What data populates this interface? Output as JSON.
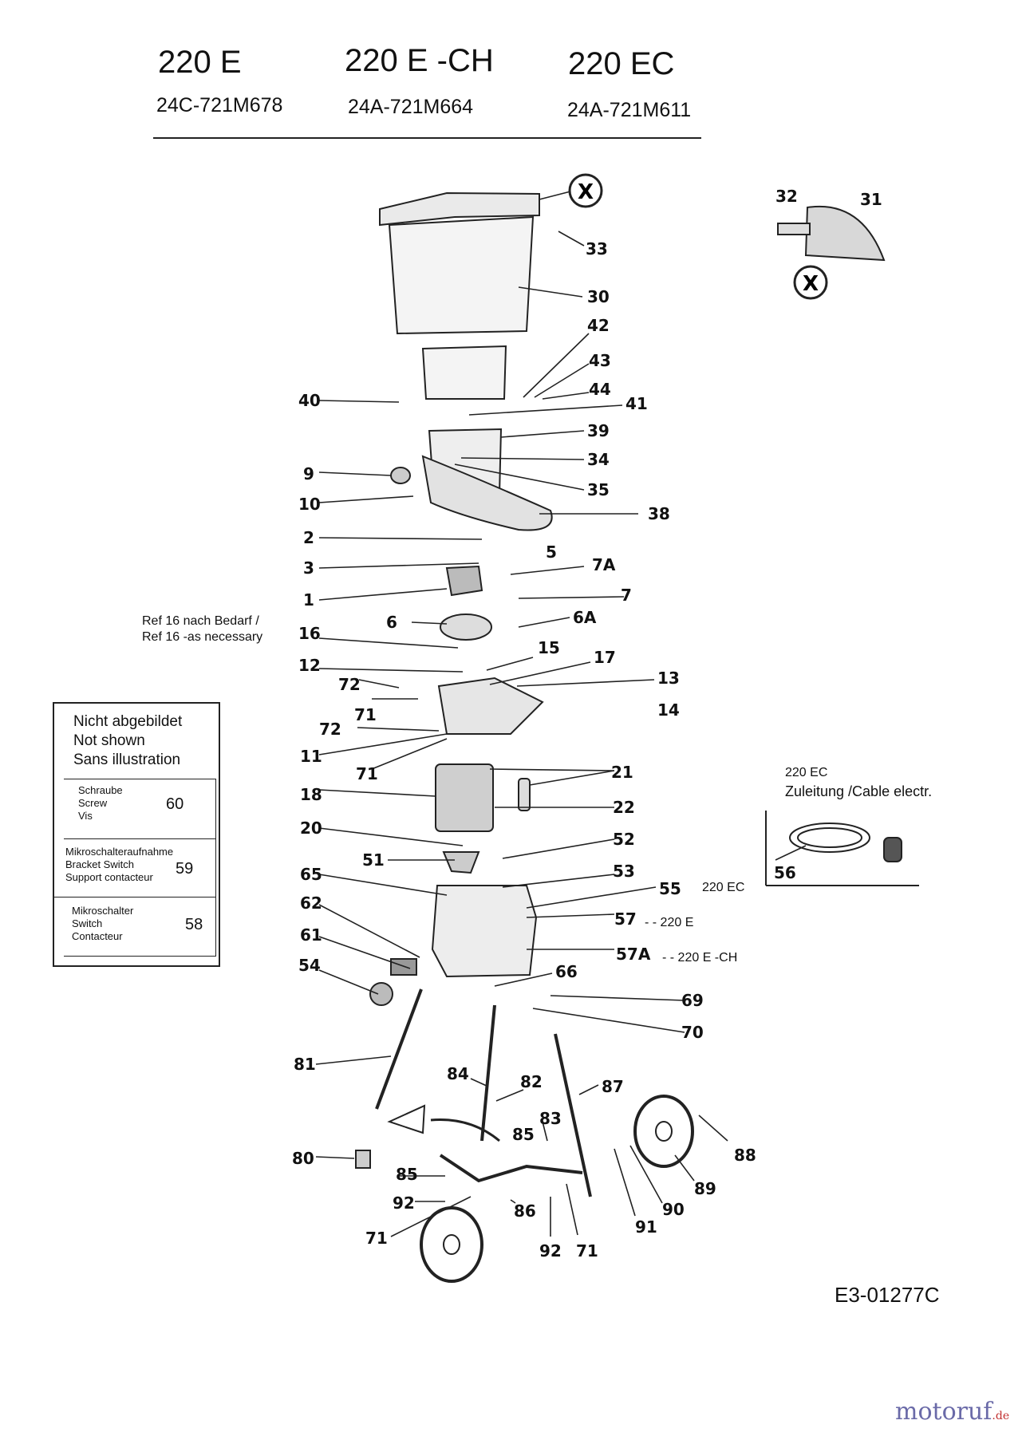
{
  "header": {
    "models": [
      {
        "name": "220 E",
        "code": "24C-721M678"
      },
      {
        "name": "220 E -CH",
        "code": "24A-721M664"
      },
      {
        "name": "220 EC",
        "code": "24A-721M611"
      }
    ]
  },
  "notes": {
    "ref16_de": "Ref 16 nach Bedarf /",
    "ref16_en": "Ref 16 -as necessary",
    "cable_model": "220 EC",
    "cable_label": "Zuleitung /Cable electr."
  },
  "not_shown": {
    "title_de": "Nicht abgebildet",
    "title_en": "Not shown",
    "title_fr": "Sans illustration",
    "items": [
      {
        "de": "Schraube",
        "en": "Screw",
        "fr": "Vis",
        "ref": "60"
      },
      {
        "de": "Mikroschalteraufnahme",
        "en": "Bracket Switch",
        "fr": "Support contacteur",
        "ref": "59"
      },
      {
        "de": "Mikroschalter",
        "en": "Switch",
        "fr": "Contacteur",
        "ref": "58"
      }
    ]
  },
  "variants": {
    "v55": "220 EC",
    "v57": "- -  220 E",
    "v57A": "- -  220 E -CH"
  },
  "parts": {
    "p30": "30",
    "p31": "31",
    "p32": "32",
    "p33": "33",
    "p42": "42",
    "p43": "43",
    "p44": "44",
    "p40": "40",
    "p41": "41",
    "p39": "39",
    "p34": "34",
    "p35": "35",
    "p38": "38",
    "p9": "9",
    "p10": "10",
    "p2": "2",
    "p3": "3",
    "p5": "5",
    "p7A": "7A",
    "p7": "7",
    "p1": "1",
    "p6": "6",
    "p6A": "6A",
    "p16": "16",
    "p15": "15",
    "p17": "17",
    "p12": "12",
    "p13": "13",
    "p72a": "72",
    "p71a": "71",
    "p72b": "72",
    "p14": "14",
    "p11": "11",
    "p71b": "71",
    "p21": "21",
    "p18": "18",
    "p22": "22",
    "p20": "20",
    "p52": "52",
    "p51": "51",
    "p53": "53",
    "p65": "65",
    "p55": "55",
    "p62": "62",
    "p57": "57",
    "p61": "61",
    "p57A": "57A",
    "p54": "54",
    "p66": "66",
    "p69": "69",
    "p70": "70",
    "p81": "81",
    "p84": "84",
    "p87": "87",
    "p82": "82",
    "p83": "83",
    "p88": "88",
    "p85a": "85",
    "p80": "80",
    "p85b": "85",
    "p89": "89",
    "p92a": "92",
    "p86": "86",
    "p90": "90",
    "p91": "91",
    "p71c": "71",
    "p92b": "92",
    "p71d": "71",
    "p56": "56"
  },
  "callout_x": "X",
  "doc_id": "E3-01277C",
  "watermark": {
    "name": "motoruf",
    "tld": ".de"
  }
}
